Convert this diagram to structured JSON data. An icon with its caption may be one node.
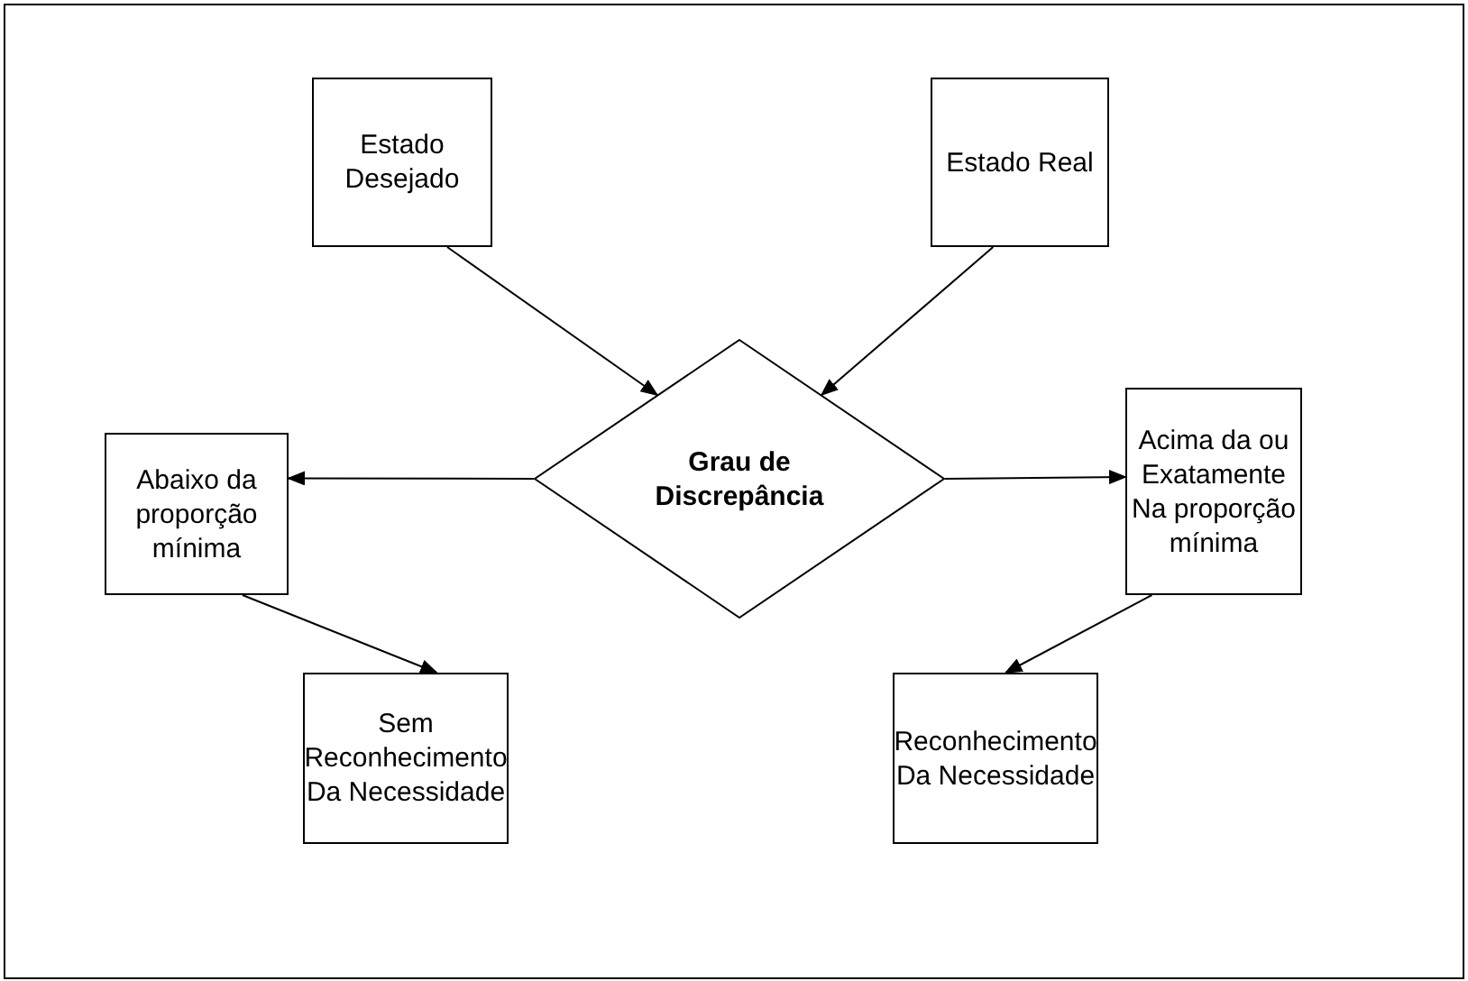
{
  "diagram": {
    "nodes": [
      {
        "text": [
          "Estado Desejado"
        ]
      },
      {
        "text": [
          "Estado Real"
        ]
      },
      {
        "text": [
          "Grau de Discrepância"
        ]
      },
      {
        "text": [
          "Abaixo da proporção mínima"
        ]
      },
      {
        "text": [
          "Acima da ou Exatamente Na proporção mínima"
        ]
      },
      {
        "text": [
          "Sem Reconhecimento Da Necessidade"
        ]
      },
      {
        "text": [
          "Reconhecimento Da Necessidade"
        ]
      }
    ],
    "edges": [
      {
        "from": 0,
        "to": 2,
        "arrow": "to"
      },
      {
        "from": 1,
        "to": 2,
        "arrow": "to"
      },
      {
        "from": 2,
        "to": 3,
        "arrow": "to"
      },
      {
        "from": 2,
        "to": 4,
        "arrow": "to"
      },
      {
        "from": 3,
        "to": 5,
        "arrow": "to"
      },
      {
        "from": 4,
        "to": 6,
        "arrow": "to"
      }
    ]
  }
}
